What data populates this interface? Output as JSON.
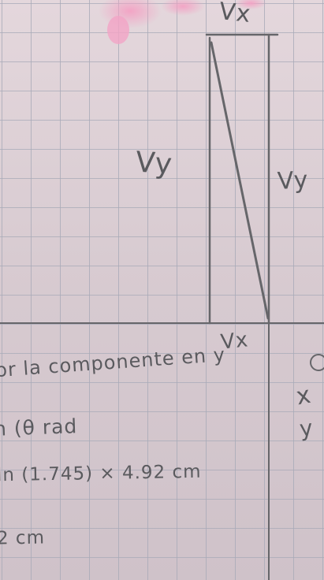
{
  "image": {
    "description_colors": {
      "paper": "#ddd0d6",
      "grid": "#a6a9b8",
      "pencil": "#5a5a5e",
      "pink_mark": "#f0a8c6"
    }
  },
  "labels": {
    "vx_top": "Vx",
    "vy_left": "Vy",
    "vy_right": "Vy",
    "vx_bottom": "Vx"
  },
  "notes": {
    "line1": "or la componente en y",
    "line2": "n (θ rad",
    "line3": "in (1.745) × 4.92 cm",
    "line4": "2 cm",
    "side_x": "x",
    "side_y": "y"
  }
}
